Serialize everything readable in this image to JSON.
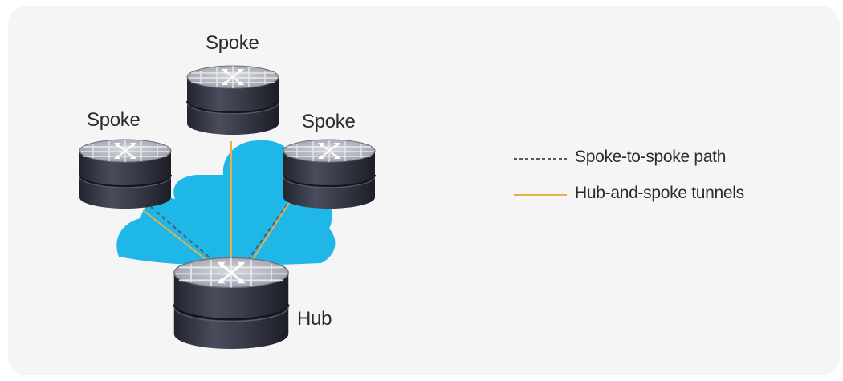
{
  "nodes": {
    "spoke_top": {
      "label": "Spoke"
    },
    "spoke_left": {
      "label": "Spoke"
    },
    "spoke_right": {
      "label": "Spoke"
    },
    "hub": {
      "label": "Hub"
    }
  },
  "legend": {
    "dashed": {
      "label": "Spoke-to-spoke path"
    },
    "solid": {
      "label": "Hub-and-spoke tunnels"
    }
  },
  "colors": {
    "cloud": "#1fb6e8",
    "tunnel": "#e8b04a",
    "dashed_path": "#555a66",
    "router_body": "#2d2f3d",
    "router_top": "#b9bcc6"
  }
}
